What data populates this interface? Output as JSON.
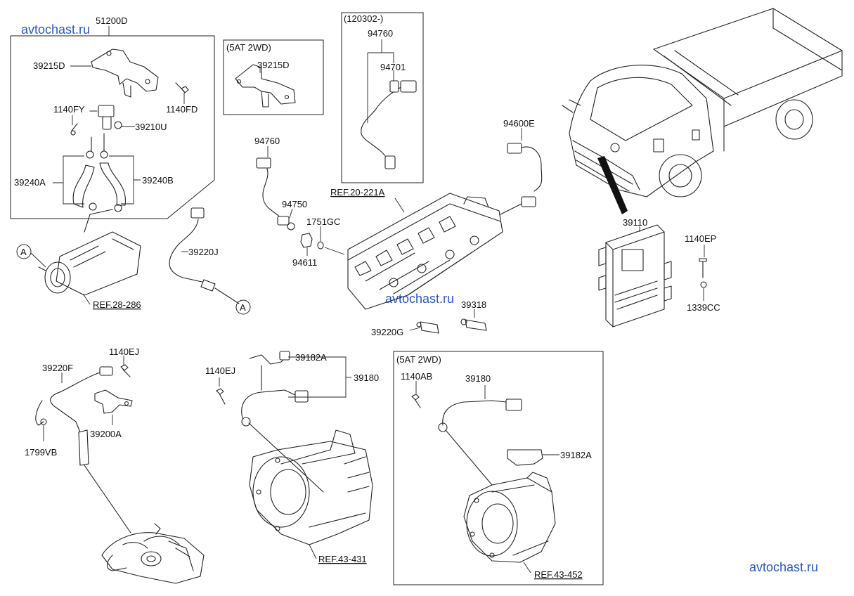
{
  "watermarks": [
    "avtochast.ru",
    "avtochast.ru",
    "avtochast.ru"
  ],
  "boxes": {
    "box_5at_top": "(5AT 2WD)",
    "box_120302": "(120302-)",
    "box_5at_bottom": "(5AT 2WD)"
  },
  "labels": {
    "p51200D": "51200D",
    "p39215D_a": "39215D",
    "p1140FY": "1140FY",
    "p39210U": "39210U",
    "p1140FD": "1140FD",
    "p39240A": "39240A",
    "p39240B": "39240B",
    "p39215D_b": "39215D",
    "p94760_a": "94760",
    "p94701": "94701",
    "p94760_b": "94760",
    "p94750": "94750",
    "p1751GC": "1751GC",
    "p94611": "94611",
    "p94600E": "94600E",
    "p39220J": "39220J",
    "p39318": "39318",
    "p39220G": "39220G",
    "p39110": "39110",
    "p1140EP": "1140EP",
    "p1339CC": "1339CC",
    "p39220F": "39220F",
    "p1140EJ_a": "1140EJ",
    "p39200A": "39200A",
    "p1799VB": "1799VB",
    "p1140EJ_b": "1140EJ",
    "p39182A_a": "39182A",
    "p39180_a": "39180",
    "p1140AB": "1140AB",
    "p39180_b": "39180",
    "p39182A_b": "39182A"
  },
  "refs": {
    "ref_20_221A": "REF.20-221A",
    "ref_28_286": "REF.28-286",
    "ref_43_431": "REF.43-431",
    "ref_43_452": "REF.43-452"
  },
  "callouts": {
    "a_left": "A",
    "a_right": "A"
  }
}
